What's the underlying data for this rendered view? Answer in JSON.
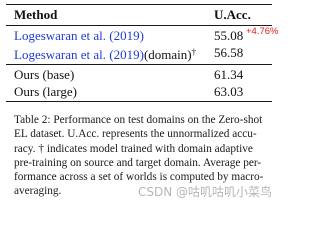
{
  "table": {
    "headers": {
      "method": "Method",
      "uacc": "U.Acc."
    },
    "rows": [
      {
        "cite": "Logeswaran et al. (2019)",
        "suffix": "",
        "value": "55.08",
        "delta": "+4.76%"
      },
      {
        "cite": "Logeswaran et al. (2019)",
        "suffix": "(domain)",
        "dagger": "†",
        "value": "56.58"
      },
      {
        "method": "Ours (base)",
        "value": "61.34"
      },
      {
        "method": "Ours (large)",
        "value": "63.03"
      }
    ]
  },
  "caption": {
    "lines": [
      "Table 2:  Performance on test domains on the Zero-shot",
      "EL  dataset.  U.Acc.  represents  the  unnormalized  accu-",
      "racy.  † indicates model trained with domain adaptive",
      "pre-training on source and target domain.  Average per-",
      "formance across a set of worlds is computed by macro-",
      "averaging."
    ]
  },
  "watermark": "CSDN @咕叽咕叽小菜鸟",
  "colors": {
    "citation": "#1f3bd6",
    "delta": "#e02020"
  }
}
